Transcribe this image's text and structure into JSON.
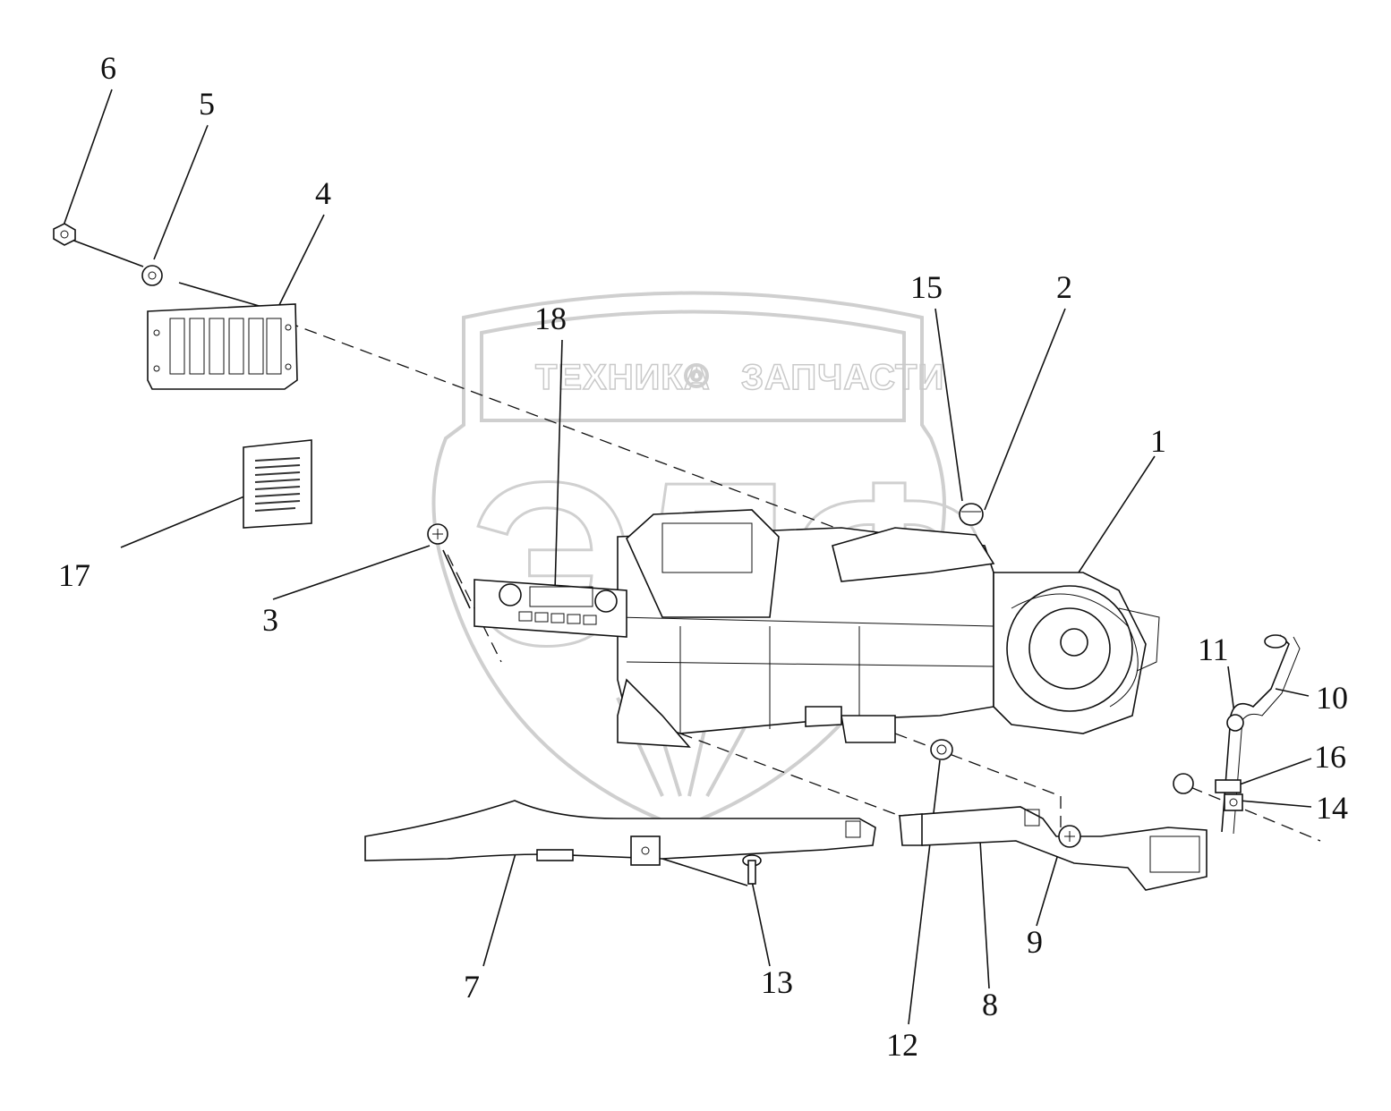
{
  "watermark": {
    "left_word": "ТЕХНИКА",
    "right_word": "ЗАПЧАСТИ",
    "logo_letters": "ЭЛФ"
  },
  "callouts": [
    {
      "id": "1",
      "text": "1"
    },
    {
      "id": "2",
      "text": "2"
    },
    {
      "id": "3",
      "text": "3"
    },
    {
      "id": "4",
      "text": "4"
    },
    {
      "id": "5",
      "text": "5"
    },
    {
      "id": "6",
      "text": "6"
    },
    {
      "id": "7",
      "text": "7"
    },
    {
      "id": "8",
      "text": "8"
    },
    {
      "id": "9",
      "text": "9"
    },
    {
      "id": "10",
      "text": "10"
    },
    {
      "id": "11",
      "text": "11"
    },
    {
      "id": "12",
      "text": "12"
    },
    {
      "id": "13",
      "text": "13"
    },
    {
      "id": "14",
      "text": "14"
    },
    {
      "id": "15",
      "text": "15"
    },
    {
      "id": "16",
      "text": "16"
    },
    {
      "id": "17",
      "text": "17"
    },
    {
      "id": "18",
      "text": "18"
    }
  ]
}
